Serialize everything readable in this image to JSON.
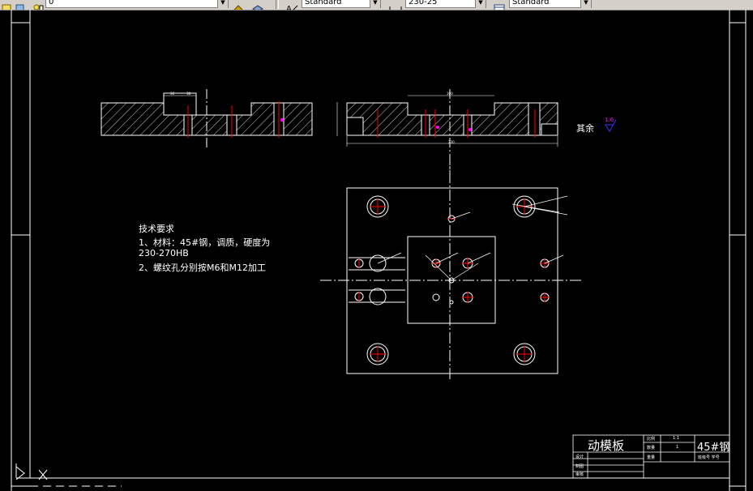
{
  "toolbar": {
    "layer_value": "0",
    "text_style": "Standard",
    "dim_scale": "230-25",
    "dim_style": "Standard",
    "icons": [
      "layer-icon",
      "layer-state-icon",
      "layer-prev-icon",
      "text-style-icon",
      "dim-style-icon",
      "table-style-icon"
    ]
  },
  "drawing": {
    "tech_req_title": "技术要求",
    "tech_req_line1": "1、材料：45#钢，调质，硬度为",
    "tech_req_line2": "230-270HB",
    "tech_req_line3": "2、螺纹孔分别按M6和M12加工",
    "roughness_label": "其余",
    "roughness_value": "1.6",
    "dim_top_left": "36",
    "dim_top_left2": "38",
    "dim_top_right": "100",
    "dim_bottom": "230"
  },
  "title_block": {
    "part_name": "动模板",
    "material": "45#钢",
    "scale_label": "比例",
    "scale_value": "1:1",
    "qty_label": "数量",
    "qty_value": "1",
    "weight_label": "重量",
    "design_label": "设计",
    "draw_label": "制图",
    "check_label": "审核",
    "company": "班级号  学号"
  },
  "colors": {
    "background": "#000000",
    "line": "#ffffff",
    "center": "#ff0000",
    "roughness": "#3333ff",
    "accent": "#ff00ff"
  }
}
